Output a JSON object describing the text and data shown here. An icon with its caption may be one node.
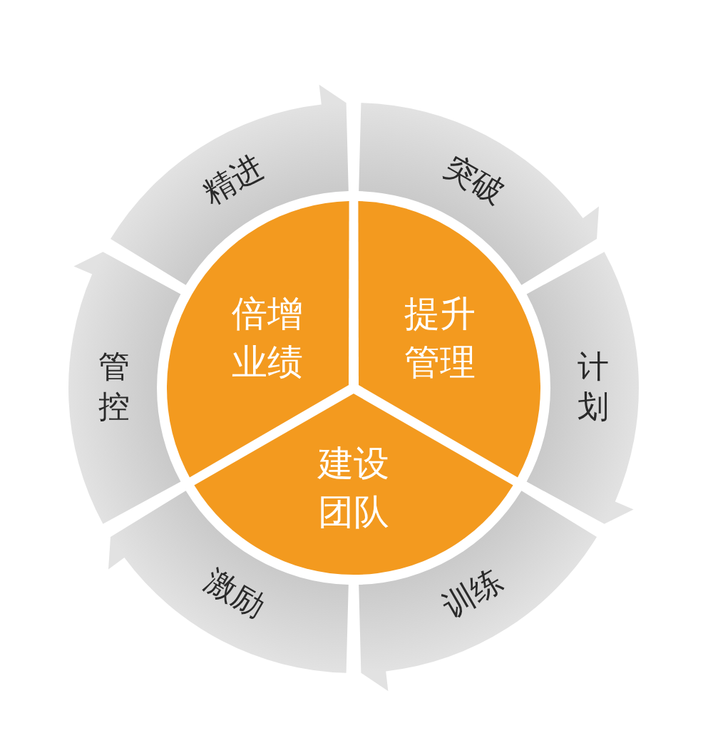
{
  "diagram": {
    "nodes": [
      {
        "text": [
          "精进"
        ]
      },
      {
        "text": [
          "突破"
        ]
      },
      {
        "text": [
          "倍增业绩"
        ]
      },
      {
        "text": [
          "提升管理"
        ]
      },
      {
        "text": [
          "管控"
        ]
      },
      {
        "text": [
          "计划"
        ]
      },
      {
        "text": [
          "建设团队"
        ]
      },
      {
        "text": [
          "激励"
        ]
      },
      {
        "text": [
          "训练"
        ]
      }
    ]
  }
}
